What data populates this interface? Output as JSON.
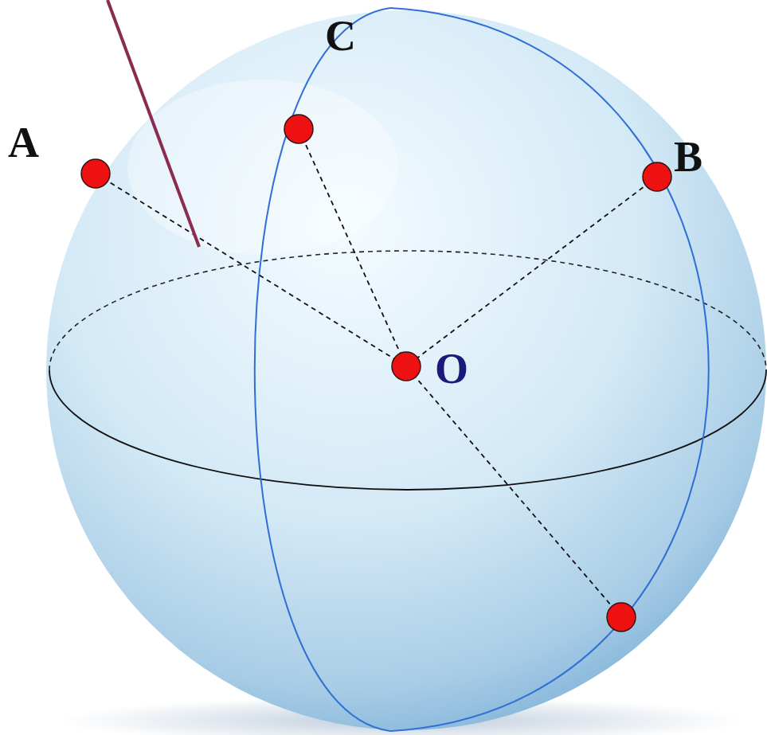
{
  "diagram": {
    "labels": [
      "A",
      "C",
      "B",
      "O"
    ]
  }
}
